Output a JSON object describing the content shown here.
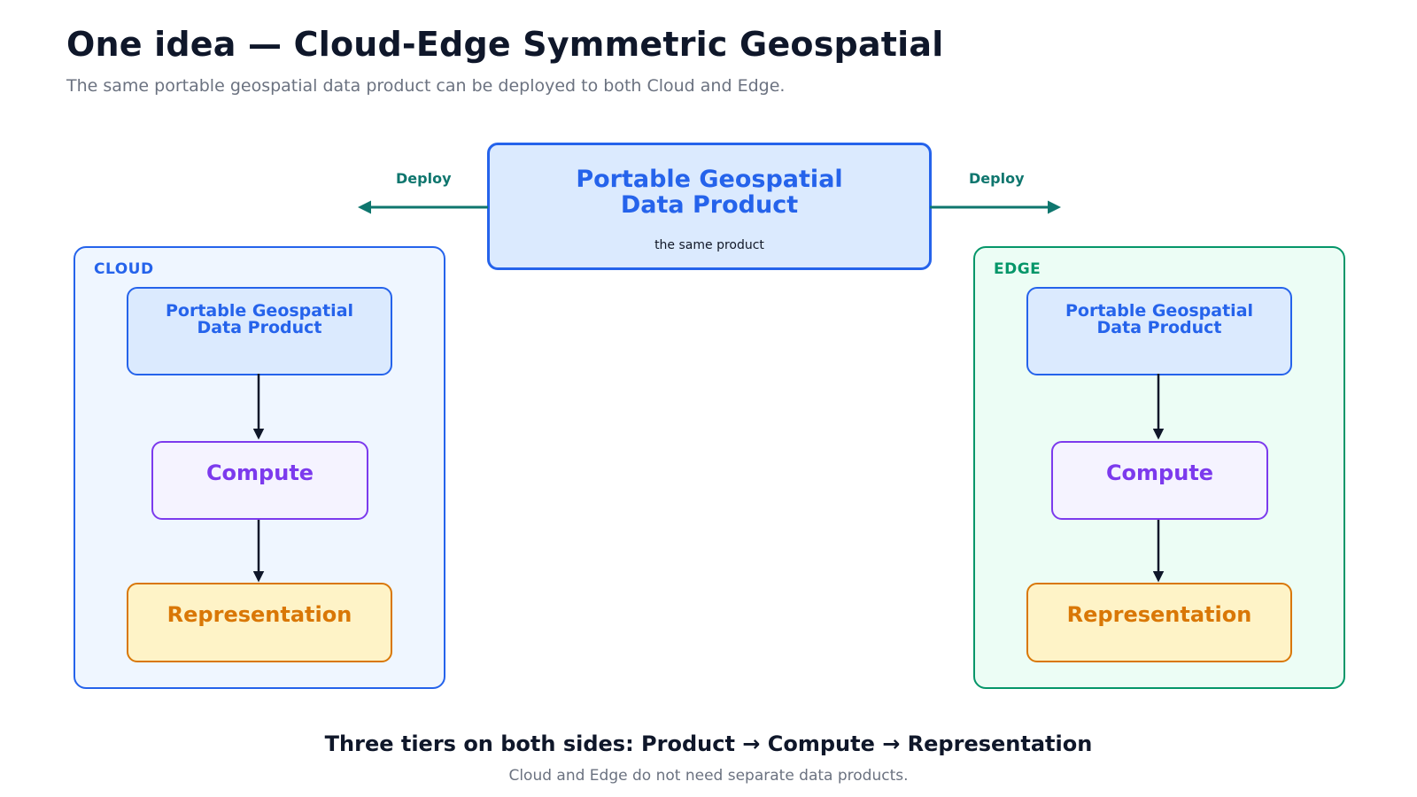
{
  "header": {
    "title": "One idea — Cloud-Edge Symmetric Geospatial",
    "subtitle": "The same portable geospatial data product can be deployed to both Cloud and Edge."
  },
  "center": {
    "title_line1": "Portable Geospatial",
    "title_line2": "Data Product",
    "caption": "the same product"
  },
  "deploy": {
    "left_label": "Deploy",
    "right_label": "Deploy"
  },
  "cloud": {
    "label": "CLOUD",
    "tiers": {
      "product_line1": "Portable Geospatial",
      "product_line2": "Data Product",
      "compute": "Compute",
      "representation": "Representation"
    }
  },
  "edge": {
    "label": "EDGE",
    "tiers": {
      "product_line1": "Portable Geospatial",
      "product_line2": "Data Product",
      "compute": "Compute",
      "representation": "Representation"
    }
  },
  "footer": {
    "title": "Three tiers on both sides: Product → Compute → Representation",
    "subtitle": "Cloud and Edge do not need separate data products."
  },
  "colors": {
    "blue": "#2563eb",
    "green": "#059669",
    "teal_arrow": "#0f766e",
    "purple": "#7c3aed",
    "orange": "#d97706",
    "dark": "#0f172a",
    "gray": "#6b7280"
  }
}
